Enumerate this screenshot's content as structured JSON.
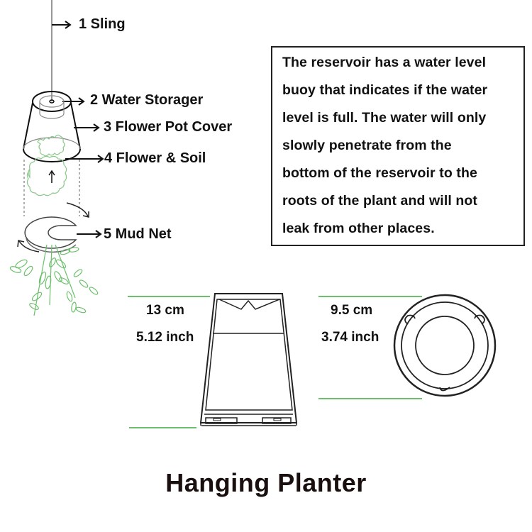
{
  "diagram": {
    "title": "Hanging Planter",
    "parts": [
      {
        "number": "1",
        "label": "1  Sling"
      },
      {
        "number": "2",
        "label": "2  Water Storager"
      },
      {
        "number": "3",
        "label": "3  Flower Pot Cover"
      },
      {
        "number": "4",
        "label": "4  Flower & Soil"
      },
      {
        "number": "5",
        "label": "5  Mud Net"
      }
    ],
    "description": {
      "lines": [
        "The reservoir has a water level",
        "buoy that indicates if the water",
        "level is full. The water will only",
        "slowly penetrate from the",
        "bottom of the reservoir to the",
        "roots of the plant and will not",
        "leak from other places."
      ]
    },
    "dimensions": {
      "height": {
        "cm": "13 cm",
        "inch": "5.12 inch"
      },
      "diameter": {
        "cm": "9.5 cm",
        "inch": "3.74 inch"
      }
    },
    "colors": {
      "line": "#111111",
      "plant_green": "#5cb85c",
      "dimension_line": "#6cc06c"
    }
  }
}
